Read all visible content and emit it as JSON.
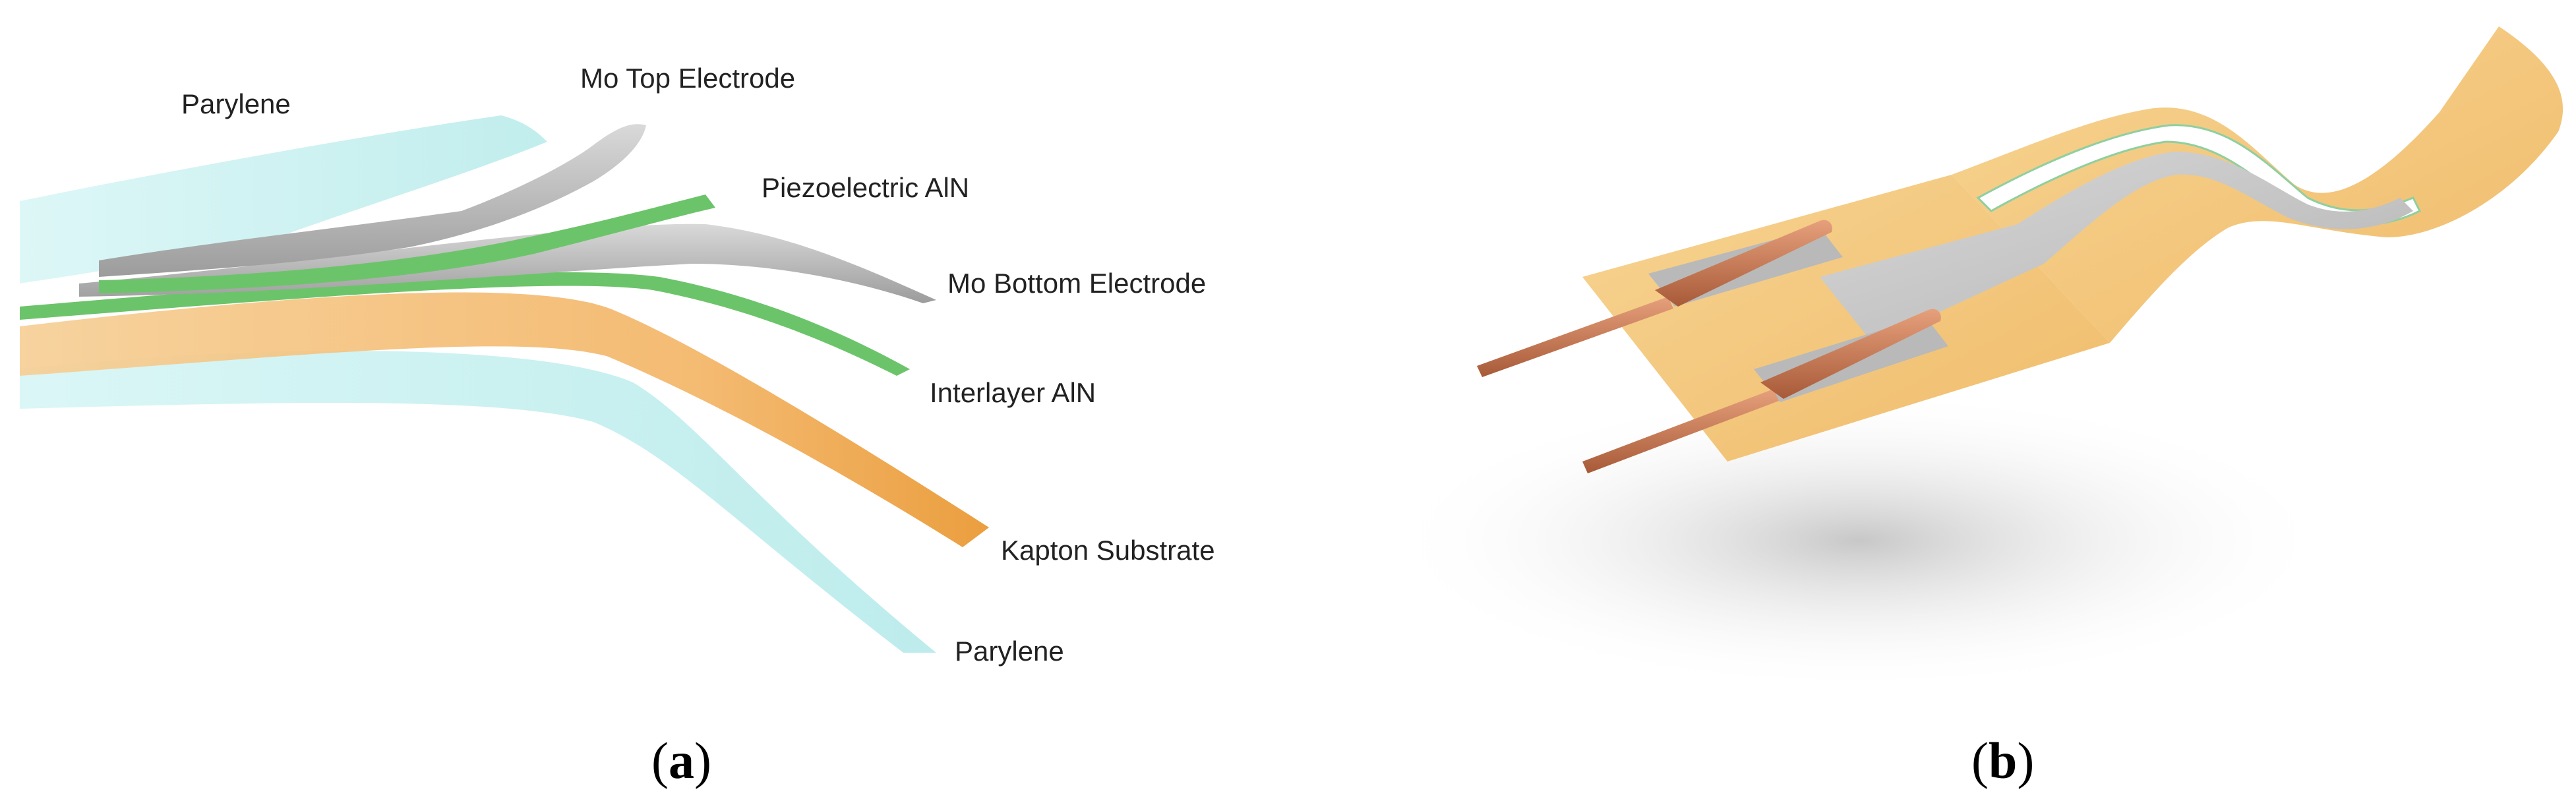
{
  "panel_a": {
    "caption_open": "(",
    "caption_letter": "a",
    "caption_close": ")",
    "labels": {
      "parylene_top": "Parylene",
      "mo_top_electrode": "Mo Top Electrode",
      "piezoelectric_aln": "Piezoelectric AlN",
      "mo_bottom_electrode": "Mo Bottom Electrode",
      "interlayer_aln": "Interlayer AlN",
      "kapton_substrate": "Kapton Substrate",
      "parylene_bottom": "Parylene"
    },
    "colors": {
      "parylene": "#bfeeee",
      "mo": "#b9b9b9",
      "aln": "#6cc46a",
      "kapton": "#f2a848"
    }
  },
  "panel_b": {
    "caption_open": "(",
    "caption_letter": "b",
    "caption_close": ")",
    "colors": {
      "kapton": "#f0c070",
      "electrode": "#c9c9c9",
      "copper": "#c8754e"
    }
  }
}
